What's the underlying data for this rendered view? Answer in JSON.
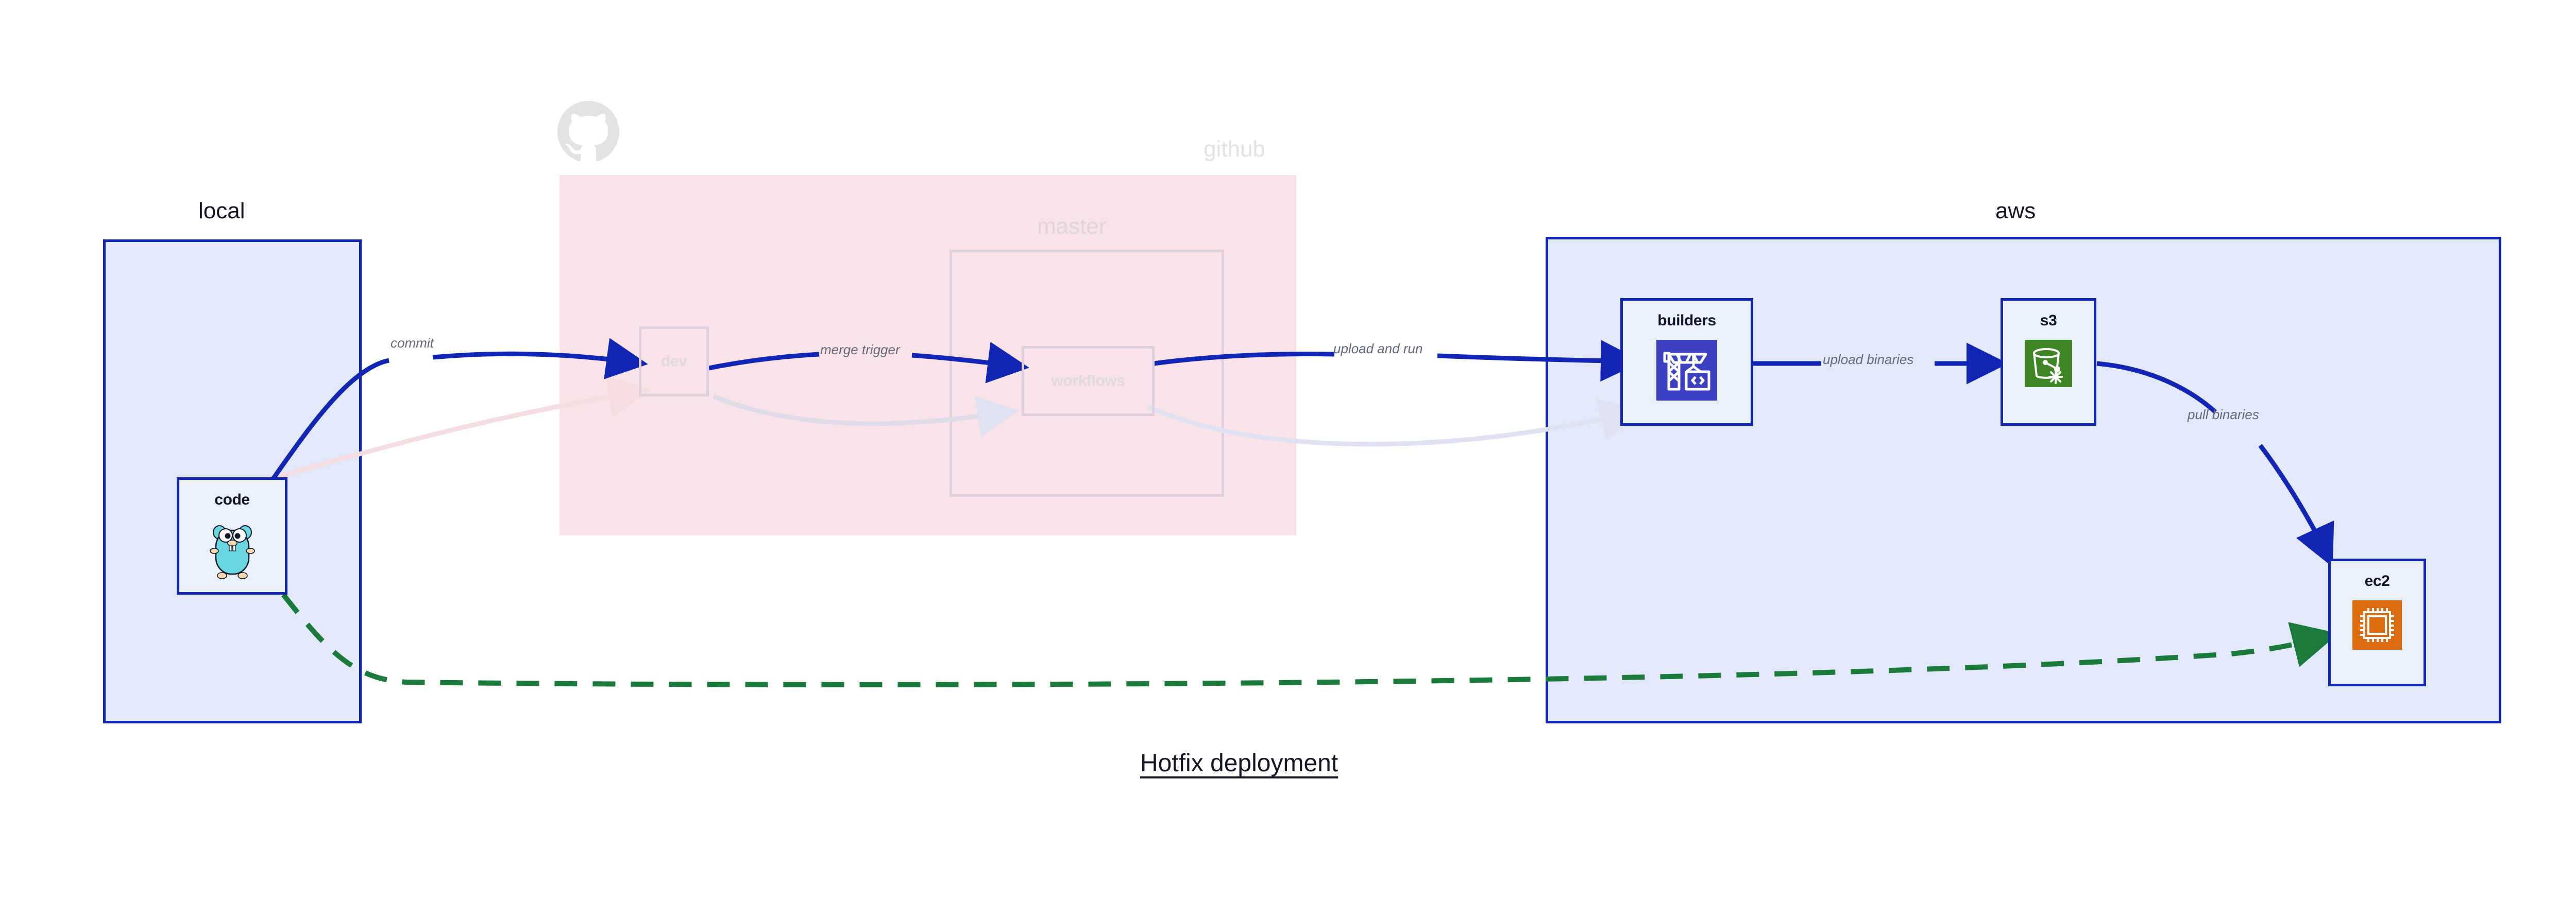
{
  "diagram": {
    "title": "Hotfix deployment",
    "clusters": [
      {
        "id": "local",
        "label": "local"
      },
      {
        "id": "github",
        "label": "github"
      },
      {
        "id": "master",
        "label": "master"
      },
      {
        "id": "aws",
        "label": "aws"
      }
    ],
    "nodes": [
      {
        "id": "code",
        "label": "code",
        "icon": "go-gopher-icon"
      },
      {
        "id": "dev",
        "label": "dev",
        "icon": "none"
      },
      {
        "id": "workflows",
        "label": "workflows",
        "icon": "none"
      },
      {
        "id": "builders",
        "label": "builders",
        "icon": "aws-codebuild-icon"
      },
      {
        "id": "s3",
        "label": "s3",
        "icon": "aws-s3-glacier-icon"
      },
      {
        "id": "ec2",
        "label": "ec2",
        "icon": "aws-ec2-icon"
      }
    ],
    "edges": [
      {
        "id": "commit",
        "from": "code",
        "to": "dev",
        "label": "commit",
        "style": "solid",
        "color": "#1126b5"
      },
      {
        "id": "merge-trigger",
        "from": "dev",
        "to": "workflows",
        "label": "merge trigger",
        "style": "solid",
        "color": "#1126b5"
      },
      {
        "id": "upload-and-run",
        "from": "workflows",
        "to": "builders",
        "label": "upload and run",
        "style": "solid",
        "color": "#1126b5"
      },
      {
        "id": "upload-binaries",
        "from": "builders",
        "to": "s3",
        "label": "upload binaries",
        "style": "solid",
        "color": "#1126b5"
      },
      {
        "id": "pull-binaries",
        "from": "s3",
        "to": "ec2",
        "label": "pull binaries",
        "style": "solid",
        "color": "#1126b5"
      },
      {
        "id": "hotfix",
        "from": "code",
        "to": "ec2",
        "label": "",
        "style": "dashed",
        "color": "#1a7a3c"
      }
    ],
    "colors": {
      "edge_blue": "#1126b5",
      "hotfix_green": "#1a7a3c",
      "cluster_blue_fill": "#e3e9fb",
      "cluster_pink_fill": "#f9e3e8",
      "node_fill": "#eaeffc",
      "label_gray": "#64687a",
      "codebuild_blue": "#3c41c4",
      "s3_green": "#3f8624",
      "ec2_orange": "#dd6b10",
      "gopher_cyan": "#69d7e2"
    }
  }
}
